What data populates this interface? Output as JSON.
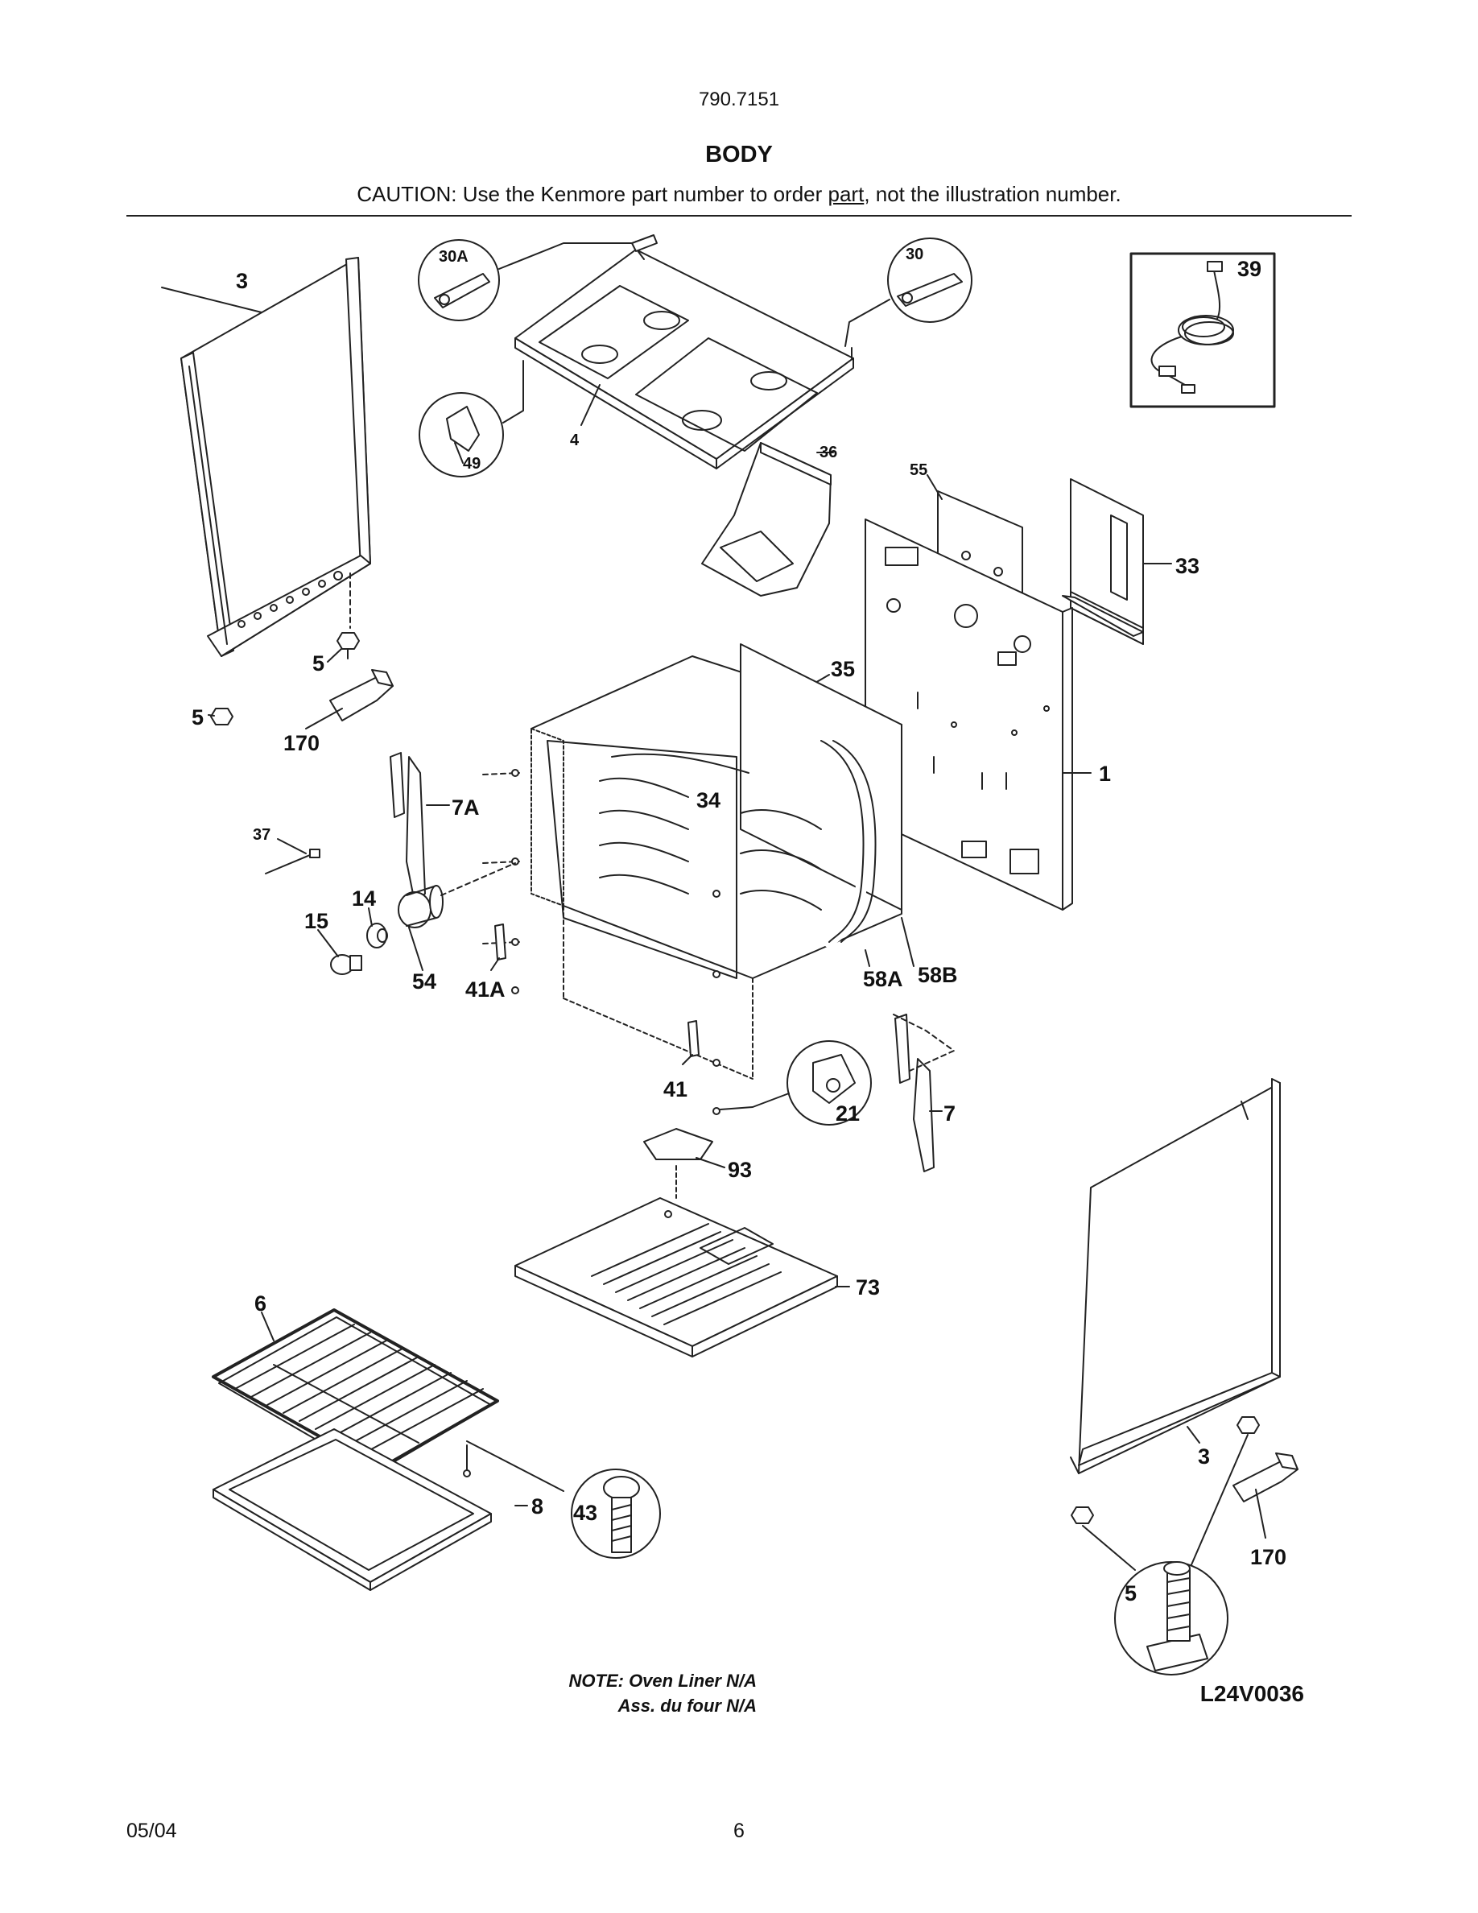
{
  "header": {
    "model_number": "790.7151",
    "title": "BODY",
    "caution_before": "CAUTION: Use the Kenmore part number to order ",
    "caution_underlined": "part",
    "caution_after": ", not the illustration number."
  },
  "callouts": {
    "c1": "1",
    "c3a": "3",
    "c3b": "3",
    "c4": "4",
    "c5a": "5",
    "c5b": "5",
    "c5c": "5",
    "c6": "6",
    "c7": "7",
    "c7a": "7A",
    "c8": "8",
    "c14": "14",
    "c15": "15",
    "c21": "21",
    "c30": "30",
    "c30a": "30A",
    "c33": "33",
    "c34": "34",
    "c35": "35",
    "c36": "36",
    "c37": "37",
    "c39": "39",
    "c41": "41",
    "c41a": "41A",
    "c43": "43",
    "c49": "49",
    "c54": "54",
    "c55": "55",
    "c58a": "58A",
    "c58b": "58B",
    "c73": "73",
    "c93": "93",
    "c170a": "170",
    "c170b": "170"
  },
  "footer": {
    "note_line1": "NOTE: Oven Liner N/A",
    "note_line2": "Ass. du four N/A",
    "reference_code": "L24V0036",
    "date": "05/04",
    "page_number": "6"
  }
}
